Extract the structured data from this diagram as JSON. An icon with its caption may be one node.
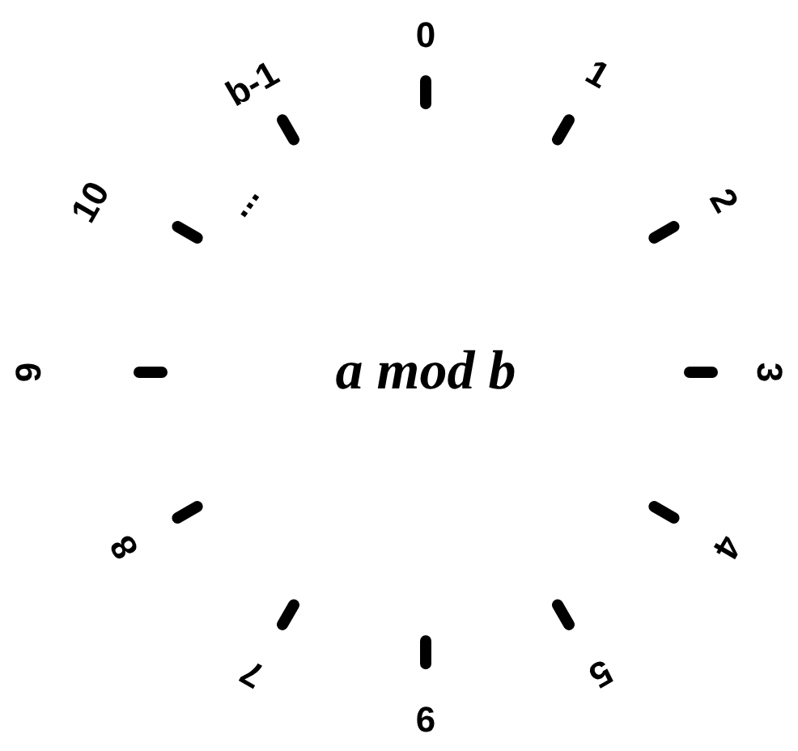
{
  "diagram": {
    "labels": [
      "0",
      "1",
      "2",
      "3",
      "4",
      "5",
      "6",
      "7",
      "8",
      "9",
      "10",
      "b-1",
      "...",
      "a mod b"
    ]
  }
}
